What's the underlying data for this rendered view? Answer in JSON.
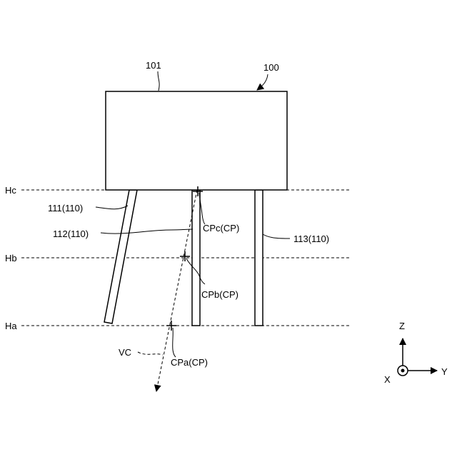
{
  "labels": {
    "device_ref": "100",
    "body_ref": "101",
    "leg_111": "111(110)",
    "leg_112": "112(110)",
    "leg_113": "113(110)",
    "level_hc": "Hc",
    "level_hb": "Hb",
    "level_ha": "Ha",
    "cp_c": "CPc(CP)",
    "cp_b": "CPb(CP)",
    "cp_a": "CPa(CP)",
    "vector": "VC"
  },
  "axes": {
    "z": "Z",
    "x": "X",
    "y": "Y"
  }
}
